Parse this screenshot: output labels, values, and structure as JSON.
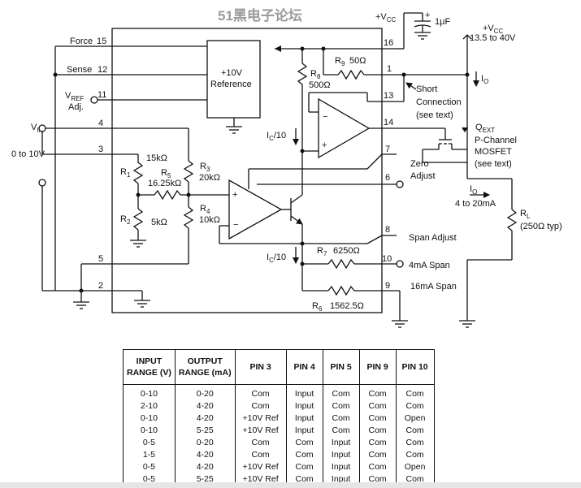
{
  "watermark": "51黑电子论坛",
  "supply": {
    "vcc_top": "+V",
    "vcc_top_sub": "CC",
    "cap_label": "1μF",
    "cap_plus": "+",
    "vcc_right": "+V",
    "vcc_right_sub": "CC",
    "vcc_range": "13.5 to 40V"
  },
  "input": {
    "vin": "V",
    "vin_sub": "IN",
    "vin_range": "0 to 10V"
  },
  "left_pins": [
    {
      "name": "Force",
      "num": "15"
    },
    {
      "name": "Sense",
      "num": "12"
    },
    {
      "name": "V",
      "sub": "REF",
      "num": "11",
      "extra": "Adj."
    },
    {
      "num": "4"
    },
    {
      "num": "3"
    },
    {
      "num": "5"
    },
    {
      "num": "2"
    }
  ],
  "right_pins": [
    {
      "num": "16"
    },
    {
      "num": "1"
    },
    {
      "num": "13"
    },
    {
      "num": "14"
    },
    {
      "num": "7"
    },
    {
      "num": "6"
    },
    {
      "num": "8"
    },
    {
      "num": "10"
    },
    {
      "num": "9"
    }
  ],
  "reference": {
    "line1": "+10V",
    "line2": "Reference"
  },
  "resistors": {
    "r9": {
      "name": "R",
      "sub": "9",
      "value": "50Ω"
    },
    "r8": {
      "name": "R",
      "sub": "8",
      "value": "500Ω"
    },
    "r1": {
      "name": "R",
      "sub": "1",
      "value": "15kΩ"
    },
    "r5": {
      "name": "R",
      "sub": "5",
      "value": "16.25kΩ"
    },
    "r3": {
      "name": "R",
      "sub": "3",
      "value": "20kΩ"
    },
    "r2": {
      "name": "R",
      "sub": "2",
      "value": "5kΩ"
    },
    "r4": {
      "name": "R",
      "sub": "4",
      "value": "10kΩ"
    },
    "r7": {
      "name": "R",
      "sub": "7",
      "value": "6250Ω"
    },
    "r6": {
      "name": "R",
      "sub": "6",
      "value": "1562.5Ω"
    },
    "rl": {
      "name": "R",
      "sub": "L",
      "value": "(250Ω typ)"
    }
  },
  "currents": {
    "io_top": {
      "name": "I",
      "sub": "O"
    },
    "ic_upper": {
      "name": "I",
      "sub": "C",
      "suffix": "/10"
    },
    "ic_lower": {
      "name": "I",
      "sub": "C",
      "suffix": "/10"
    },
    "io_out": {
      "name": "I",
      "sub": "O",
      "range": "4 to 20mA"
    }
  },
  "annotations": {
    "short1": "Short",
    "short2": "Connection",
    "short3": "(see text)",
    "qext": "Q",
    "qext_sub": "EXT",
    "pch1": "P-Channel",
    "pch2": "MOSFET",
    "pch3": "(see text)",
    "zero1": "Zero",
    "zero2": "Adjust",
    "span_adjust": "Span Adjust",
    "span4": "4mA Span",
    "span16": "16mA Span",
    "plus": "+",
    "minus": "−"
  },
  "table": {
    "headers": [
      [
        "INPUT",
        "RANGE (V)"
      ],
      [
        "OUTPUT",
        "RANGE (mA)"
      ],
      [
        "PIN 3"
      ],
      [
        "PIN 4"
      ],
      [
        "PIN 5"
      ],
      [
        "PIN 9"
      ],
      [
        "PIN 10"
      ]
    ],
    "rows": [
      [
        "0-10",
        "0-20",
        "Com",
        "Input",
        "Com",
        "Com",
        "Com"
      ],
      [
        "2-10",
        "4-20",
        "Com",
        "Input",
        "Com",
        "Com",
        "Com"
      ],
      [
        "0-10",
        "4-20",
        "+10V Ref",
        "Input",
        "Com",
        "Com",
        "Open"
      ],
      [
        "0-10",
        "5-25",
        "+10V Ref",
        "Input",
        "Com",
        "Com",
        "Com"
      ],
      [
        "0-5",
        "0-20",
        "Com",
        "Com",
        "Input",
        "Com",
        "Com"
      ],
      [
        "1-5",
        "4-20",
        "Com",
        "Com",
        "Input",
        "Com",
        "Com"
      ],
      [
        "0-5",
        "4-20",
        "+10V Ref",
        "Com",
        "Input",
        "Com",
        "Open"
      ],
      [
        "0-5",
        "5-25",
        "+10V Ref",
        "Com",
        "Input",
        "Com",
        "Com"
      ]
    ]
  }
}
